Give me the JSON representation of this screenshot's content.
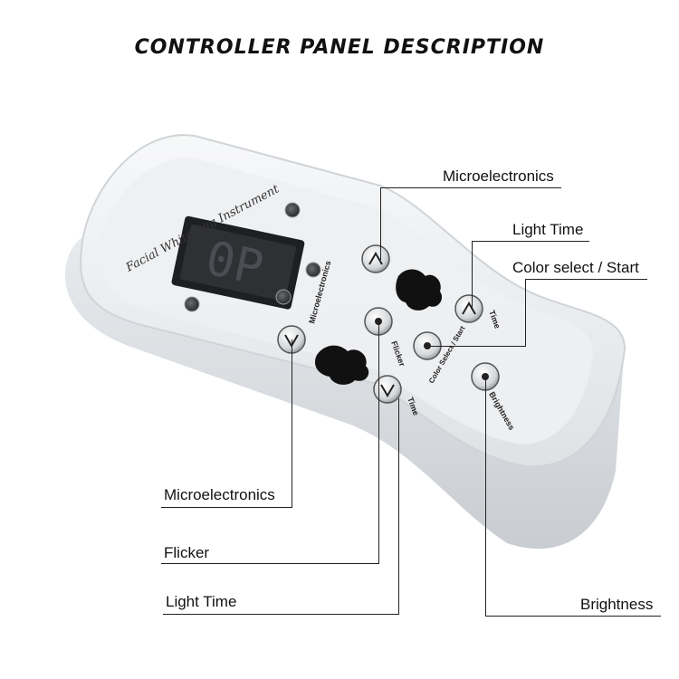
{
  "header": {
    "title": "CONTROLLER PANEL DESCRIPTION"
  },
  "device": {
    "brand_script": "Facial Whitening Instrument",
    "display_readout": "0P",
    "buttons": {
      "microelectronics_up": {
        "label": "Microelectronics"
      },
      "microelectronics_down": {
        "label": "Microelectronics"
      },
      "flicker": {
        "label": "Flicker"
      },
      "time_up": {
        "label": "Time"
      },
      "time_down": {
        "label": "Time"
      },
      "color_select_start": {
        "label": "Color Select / Start"
      },
      "brightness": {
        "label": "Brightness"
      }
    }
  },
  "callouts": {
    "microelectronics_top": "Microelectronics",
    "light_time_top": "Light Time",
    "color_select_start": "Color select / Start",
    "microelectronics_bottom": "Microelectronics",
    "flicker": "Flicker",
    "light_time_bottom": "Light Time",
    "brightness": "Brightness"
  }
}
